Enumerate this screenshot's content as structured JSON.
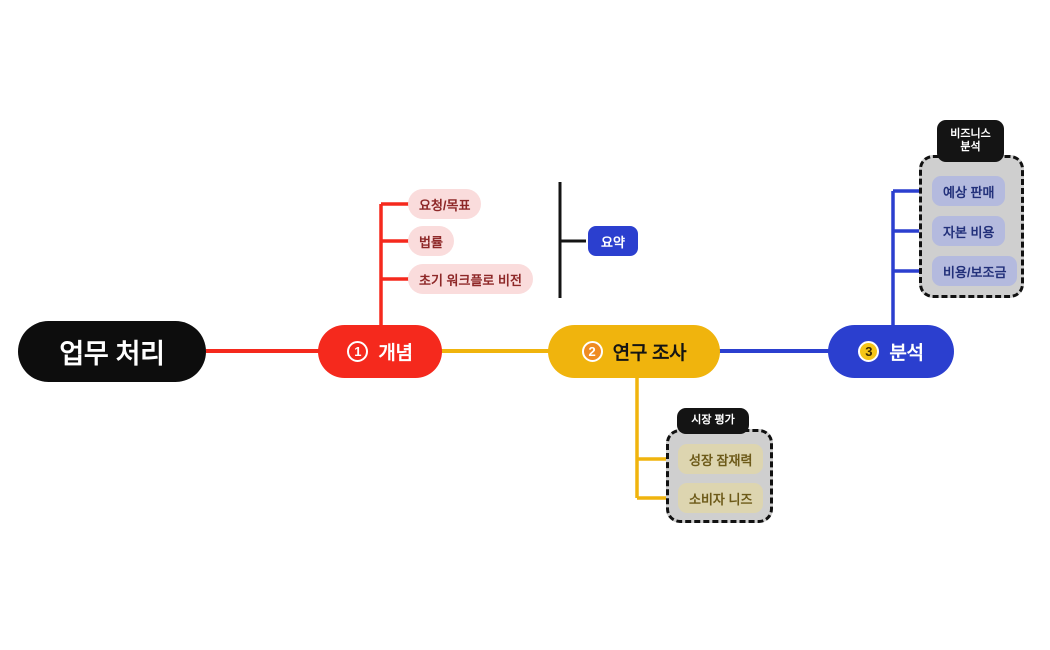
{
  "diagram": {
    "type": "mindmap",
    "title": "업무 처리",
    "root": {
      "label": "업무 처리",
      "color": "#0d0d0d",
      "text_color": "#ffffff"
    },
    "branches": [
      {
        "number": "1",
        "label": "개념",
        "color": "#f5291d",
        "text_color": "#ffffff",
        "children": [
          {
            "label": "요청/목표"
          },
          {
            "label": "법률"
          },
          {
            "label": "초기 워크플로 비전"
          }
        ],
        "annotation": {
          "label": "요약",
          "color": "#2b3fcf"
        }
      },
      {
        "number": "2",
        "label": "연구 조사",
        "color": "#f0b40d",
        "text_color": "#141414",
        "group": {
          "title": "시장 평가",
          "children": [
            {
              "label": "성장 잠재력"
            },
            {
              "label": "소비자 니즈"
            }
          ]
        }
      },
      {
        "number": "3",
        "label": "분석",
        "color": "#2b3fcf",
        "text_color": "#ffffff",
        "group": {
          "title": "비즈니스\n분석",
          "children": [
            {
              "label": "예상 판매"
            },
            {
              "label": "자본 비용"
            },
            {
              "label": "비용/보조금"
            }
          ]
        }
      }
    ],
    "colors": {
      "red": "#f5291d",
      "gold": "#f0b40d",
      "blue": "#2b3fcf",
      "black": "#0d0d0d",
      "chip_pink": "#fadcdc",
      "chip_periwinkle": "#b4bade",
      "chip_khaki": "#ddd5b0",
      "group_fill": "#cfcfcf",
      "group_border": "#111111"
    }
  }
}
